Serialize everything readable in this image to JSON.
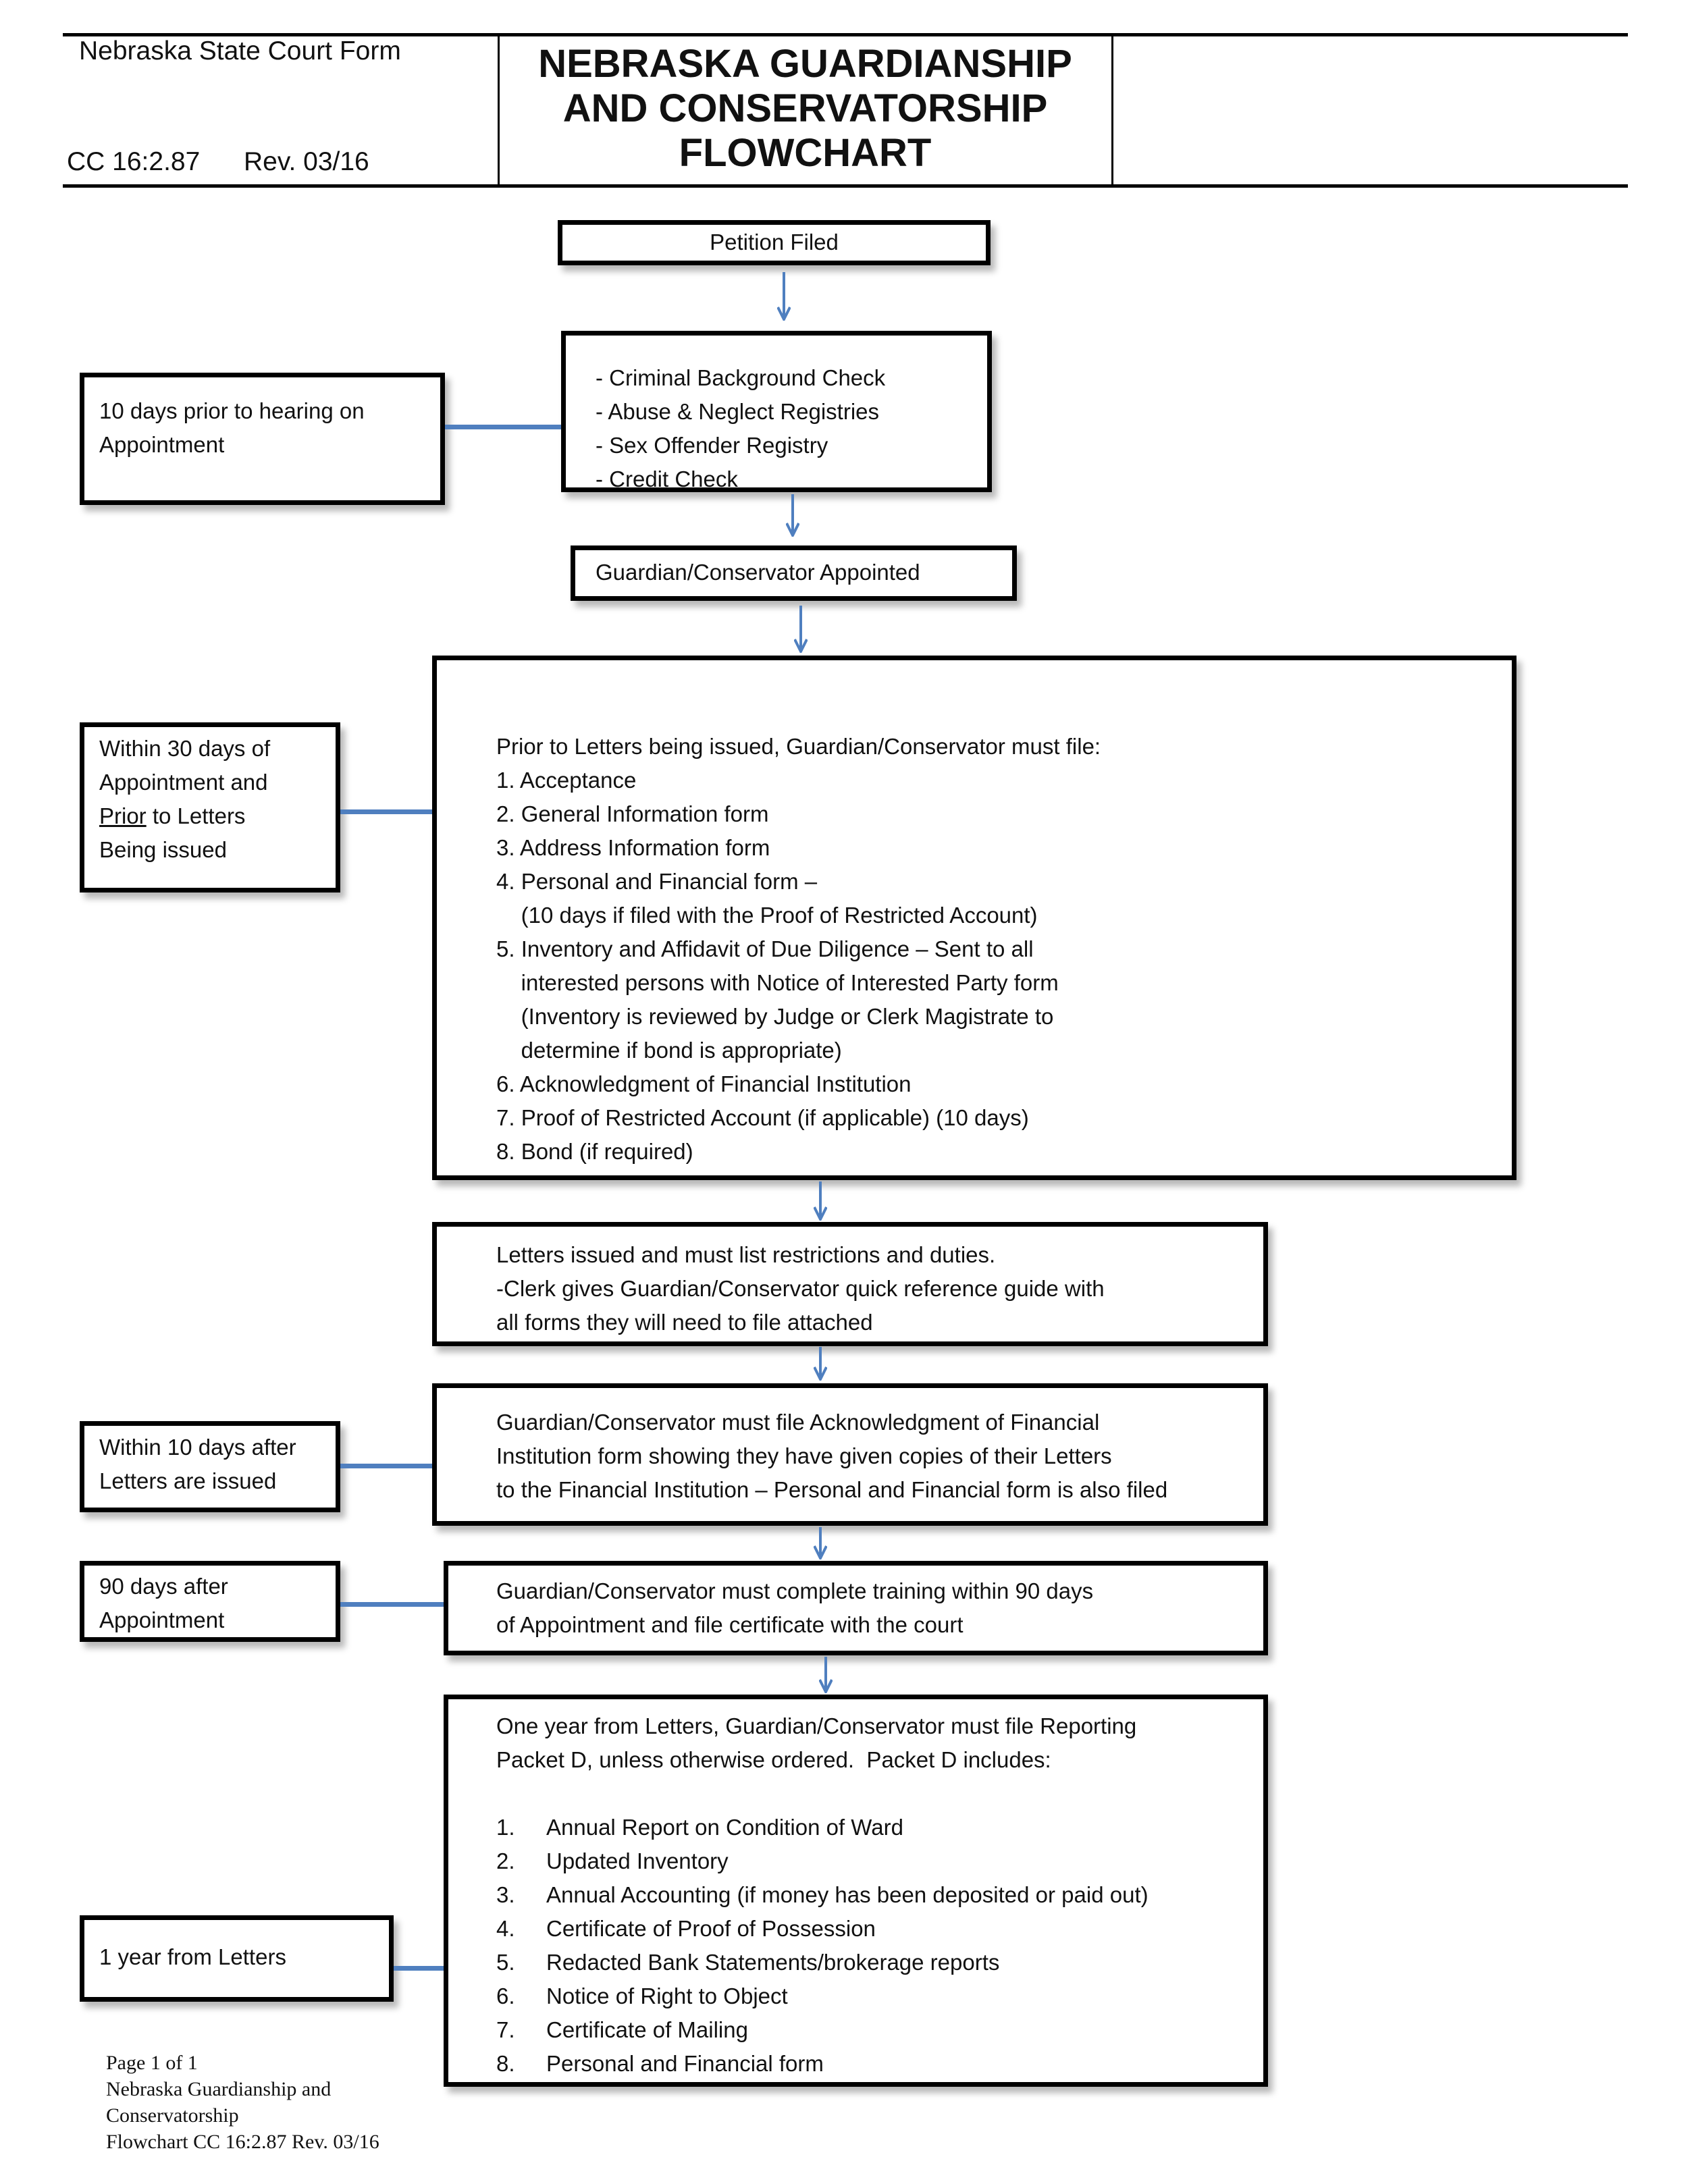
{
  "header": {
    "form_label": "Nebraska State Court Form",
    "form_number": "CC 16:2.87",
    "revision": "Rev. 03/16",
    "title_lines": [
      "NEBRASKA GUARDIANSHIP",
      "AND CONSERVATORSHIP",
      "FLOWCHART"
    ]
  },
  "flow": {
    "petition": "Petition Filed",
    "checks": [
      "- Criminal Background Check",
      "- Abuse & Neglect Registries",
      "- Sex Offender Registry",
      "- Credit Check"
    ],
    "appointed": "Guardian/Conservator Appointed",
    "prior_letters": [
      "Prior to Letters being issued, Guardian/Conservator must file:",
      "1. Acceptance",
      "2. General Information form",
      "3. Address Information form",
      "4. Personal and Financial form –",
      "    (10 days if filed with the Proof of Restricted Account)",
      "5. Inventory and Affidavit of Due Diligence – Sent to all",
      "    interested persons with Notice of Interested Party form",
      "    (Inventory is reviewed by Judge or Clerk Magistrate to",
      "    determine if bond is appropriate)",
      "6. Acknowledgment of Financial Institution",
      "7. Proof of Restricted Account (if applicable) (10 days)",
      "8. Bond (if required)"
    ],
    "letters_issued": [
      "Letters issued and must list restrictions and duties.",
      "-Clerk gives Guardian/Conservator quick reference guide with",
      "all forms they will need to file attached"
    ],
    "acknowledgment": [
      "Guardian/Conservator must file Acknowledgment of Financial",
      "Institution form showing they have given copies of their Letters",
      "to the Financial Institution – Personal and Financial form is also filed"
    ],
    "training": [
      "Guardian/Conservator must complete training within 90 days",
      "of Appointment and file certificate with the court"
    ],
    "reporting_intro": [
      "One year from Letters, Guardian/Conservator must file Reporting",
      "Packet D, unless otherwise ordered.  Packet D includes:"
    ],
    "reporting_items": [
      {
        "num": "1.",
        "text": "Annual Report on Condition of Ward"
      },
      {
        "num": "2.",
        "text": "Updated Inventory"
      },
      {
        "num": "3.",
        "text": "Annual Accounting (if money has been deposited or paid out)"
      },
      {
        "num": "4.",
        "text": "Certificate of Proof of Possession"
      },
      {
        "num": "5.",
        "text": "Redacted Bank Statements/brokerage reports"
      },
      {
        "num": "6.",
        "text": "Notice of Right to Object"
      },
      {
        "num": "7.",
        "text": "Certificate of Mailing"
      },
      {
        "num": "8.",
        "text": "Personal and Financial form"
      }
    ]
  },
  "timing": {
    "ten_days_prior": [
      "10 days prior to hearing on",
      "Appointment"
    ],
    "within_30": {
      "l1": "Within 30 days of",
      "l2": "Appointment and",
      "l3_underlined": "Prior",
      "l3_rest": " to Letters",
      "l4": "Being issued"
    },
    "within_10": [
      "Within 10 days after",
      "Letters are issued"
    ],
    "ninety_days": [
      "90 days after",
      "Appointment"
    ],
    "one_year": "1 year from Letters"
  },
  "footer": [
    "Page 1 of 1",
    "Nebraska Guardianship and",
    "Conservatorship",
    "Flowchart CC 16:2.87 Rev. 03/16"
  ],
  "colors": {
    "connector": "#4f7fbf",
    "border": "#000000"
  }
}
